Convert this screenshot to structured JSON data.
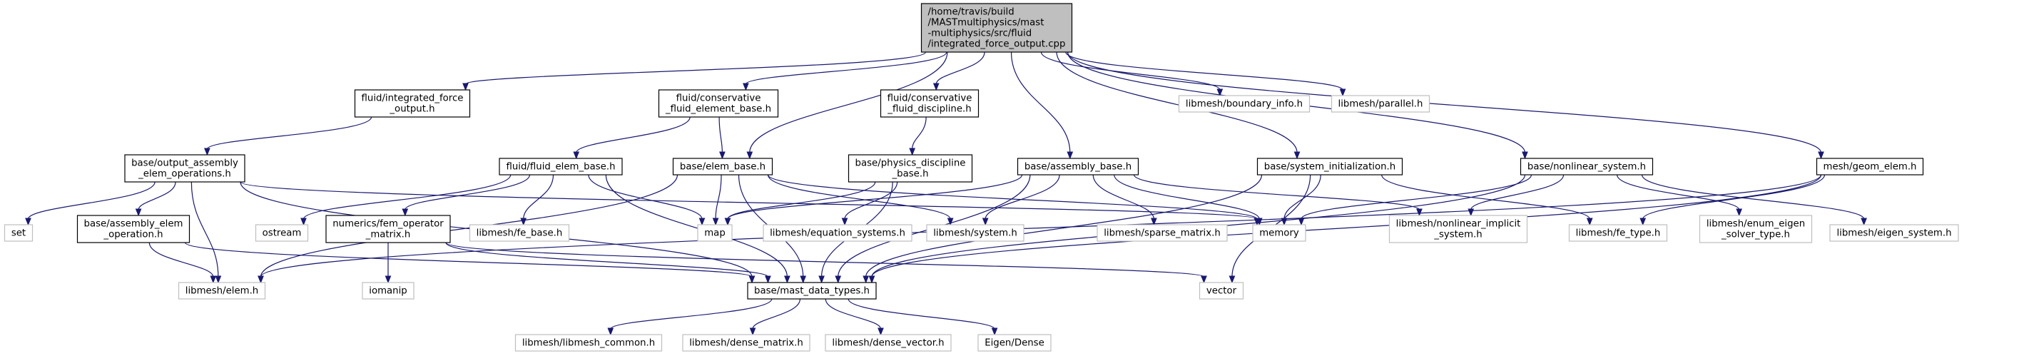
{
  "graph": {
    "type": "include-dependency-graph",
    "colors": {
      "edge": "#191970",
      "root_fill": "#bfbfbf",
      "node_border": "#000000",
      "external_border": "#bfbfbf"
    },
    "nodes": [
      {
        "id": "root",
        "lines": [
          "/home/travis/build",
          "/MASTmultiphysics/mast",
          "-multiphysics/src/fluid",
          "/integrated_force_output.cpp"
        ],
        "kind": "root"
      },
      {
        "id": "fluid_integrated_force_output_h",
        "lines": [
          "fluid/integrated_force",
          "_output.h"
        ],
        "kind": "local"
      },
      {
        "id": "fluid_conservative_fluid_element_base_h",
        "lines": [
          "fluid/conservative",
          "_fluid_element_base.h"
        ],
        "kind": "local"
      },
      {
        "id": "fluid_conservative_fluid_discipline_h",
        "lines": [
          "fluid/conservative",
          "_fluid_discipline.h"
        ],
        "kind": "local"
      },
      {
        "id": "libmesh_boundary_info_h",
        "lines": [
          "libmesh/boundary_info.h"
        ],
        "kind": "external"
      },
      {
        "id": "libmesh_parallel_h",
        "lines": [
          "libmesh/parallel.h"
        ],
        "kind": "external"
      },
      {
        "id": "base_output_assembly_elem_operations_h",
        "lines": [
          "base/output_assembly",
          "_elem_operations.h"
        ],
        "kind": "local"
      },
      {
        "id": "fluid_fluid_elem_base_h",
        "lines": [
          "fluid/fluid_elem_base.h"
        ],
        "kind": "local"
      },
      {
        "id": "base_elem_base_h",
        "lines": [
          "base/elem_base.h"
        ],
        "kind": "local"
      },
      {
        "id": "base_physics_discipline_base_h",
        "lines": [
          "base/physics_discipline",
          "_base.h"
        ],
        "kind": "local"
      },
      {
        "id": "base_assembly_base_h",
        "lines": [
          "base/assembly_base.h"
        ],
        "kind": "local"
      },
      {
        "id": "base_system_initialization_h",
        "lines": [
          "base/system_initialization.h"
        ],
        "kind": "local"
      },
      {
        "id": "base_nonlinear_system_h",
        "lines": [
          "base/nonlinear_system.h"
        ],
        "kind": "local"
      },
      {
        "id": "mesh_geom_elem_h",
        "lines": [
          "mesh/geom_elem.h"
        ],
        "kind": "local"
      },
      {
        "id": "set",
        "lines": [
          "set"
        ],
        "kind": "external"
      },
      {
        "id": "base_assembly_elem_operation_h",
        "lines": [
          "base/assembly_elem",
          "_operation.h"
        ],
        "kind": "local"
      },
      {
        "id": "ostream",
        "lines": [
          "ostream"
        ],
        "kind": "external"
      },
      {
        "id": "numerics_fem_operator_matrix_h",
        "lines": [
          "numerics/fem_operator",
          "_matrix.h"
        ],
        "kind": "local"
      },
      {
        "id": "libmesh_fe_base_h",
        "lines": [
          "libmesh/fe_base.h"
        ],
        "kind": "external"
      },
      {
        "id": "map",
        "lines": [
          "map"
        ],
        "kind": "external"
      },
      {
        "id": "libmesh_equation_systems_h",
        "lines": [
          "libmesh/equation_systems.h"
        ],
        "kind": "external"
      },
      {
        "id": "libmesh_system_h",
        "lines": [
          "libmesh/system.h"
        ],
        "kind": "external"
      },
      {
        "id": "libmesh_sparse_matrix_h",
        "lines": [
          "libmesh/sparse_matrix.h"
        ],
        "kind": "external"
      },
      {
        "id": "memory",
        "lines": [
          "memory"
        ],
        "kind": "external"
      },
      {
        "id": "libmesh_nonlinear_implicit_system_h",
        "lines": [
          "libmesh/nonlinear_implicit",
          "_system.h"
        ],
        "kind": "external"
      },
      {
        "id": "libmesh_fe_type_h",
        "lines": [
          "libmesh/fe_type.h"
        ],
        "kind": "external"
      },
      {
        "id": "libmesh_enum_eigen_solver_type_h",
        "lines": [
          "libmesh/enum_eigen",
          "_solver_type.h"
        ],
        "kind": "external"
      },
      {
        "id": "libmesh_eigen_system_h",
        "lines": [
          "libmesh/eigen_system.h"
        ],
        "kind": "external"
      },
      {
        "id": "libmesh_elem_h",
        "lines": [
          "libmesh/elem.h"
        ],
        "kind": "external"
      },
      {
        "id": "iomanip",
        "lines": [
          "iomanip"
        ],
        "kind": "external"
      },
      {
        "id": "base_mast_data_types_h",
        "lines": [
          "base/mast_data_types.h"
        ],
        "kind": "local"
      },
      {
        "id": "vector",
        "lines": [
          "vector"
        ],
        "kind": "external"
      },
      {
        "id": "libmesh_libmesh_common_h",
        "lines": [
          "libmesh/libmesh_common.h"
        ],
        "kind": "external"
      },
      {
        "id": "libmesh_dense_matrix_h",
        "lines": [
          "libmesh/dense_matrix.h"
        ],
        "kind": "external"
      },
      {
        "id": "libmesh_dense_vector_h",
        "lines": [
          "libmesh/dense_vector.h"
        ],
        "kind": "external"
      },
      {
        "id": "eigen_dense",
        "lines": [
          "Eigen/Dense"
        ],
        "kind": "external"
      }
    ],
    "edges": [
      [
        "root",
        "fluid_integrated_force_output_h"
      ],
      [
        "root",
        "fluid_conservative_fluid_element_base_h"
      ],
      [
        "root",
        "fluid_conservative_fluid_discipline_h"
      ],
      [
        "root",
        "libmesh_boundary_info_h"
      ],
      [
        "root",
        "libmesh_parallel_h"
      ],
      [
        "root",
        "base_elem_base_h"
      ],
      [
        "root",
        "base_assembly_base_h"
      ],
      [
        "root",
        "base_system_initialization_h"
      ],
      [
        "root",
        "base_nonlinear_system_h"
      ],
      [
        "root",
        "mesh_geom_elem_h"
      ],
      [
        "fluid_integrated_force_output_h",
        "base_output_assembly_elem_operations_h"
      ],
      [
        "fluid_conservative_fluid_element_base_h",
        "fluid_fluid_elem_base_h"
      ],
      [
        "fluid_conservative_fluid_element_base_h",
        "base_elem_base_h"
      ],
      [
        "fluid_conservative_fluid_discipline_h",
        "base_physics_discipline_base_h"
      ],
      [
        "base_output_assembly_elem_operations_h",
        "set"
      ],
      [
        "base_output_assembly_elem_operations_h",
        "base_assembly_elem_operation_h"
      ],
      [
        "base_output_assembly_elem_operations_h",
        "libmesh_elem_h"
      ],
      [
        "base_output_assembly_elem_operations_h",
        "base_mast_data_types_h"
      ],
      [
        "base_output_assembly_elem_operations_h",
        "memory"
      ],
      [
        "fluid_fluid_elem_base_h",
        "ostream"
      ],
      [
        "fluid_fluid_elem_base_h",
        "numerics_fem_operator_matrix_h"
      ],
      [
        "fluid_fluid_elem_base_h",
        "libmesh_fe_base_h"
      ],
      [
        "fluid_fluid_elem_base_h",
        "map"
      ],
      [
        "fluid_fluid_elem_base_h",
        "base_mast_data_types_h"
      ],
      [
        "base_elem_base_h",
        "map"
      ],
      [
        "base_elem_base_h",
        "libmesh_system_h"
      ],
      [
        "base_elem_base_h",
        "base_mast_data_types_h"
      ],
      [
        "base_elem_base_h",
        "libmesh_elem_h"
      ],
      [
        "base_elem_base_h",
        "memory"
      ],
      [
        "base_physics_discipline_base_h",
        "map"
      ],
      [
        "base_physics_discipline_base_h",
        "libmesh_equation_systems_h"
      ],
      [
        "base_physics_discipline_base_h",
        "base_mast_data_types_h"
      ],
      [
        "base_assembly_base_h",
        "map"
      ],
      [
        "base_assembly_base_h",
        "libmesh_system_h"
      ],
      [
        "base_assembly_base_h",
        "libmesh_sparse_matrix_h"
      ],
      [
        "base_assembly_base_h",
        "memory"
      ],
      [
        "base_assembly_base_h",
        "libmesh_nonlinear_implicit_system_h"
      ],
      [
        "base_assembly_base_h",
        "base_mast_data_types_h"
      ],
      [
        "base_system_initialization_h",
        "memory"
      ],
      [
        "base_system_initialization_h",
        "libmesh_fe_type_h"
      ],
      [
        "base_system_initialization_h",
        "vector"
      ],
      [
        "base_system_initialization_h",
        "base_mast_data_types_h"
      ],
      [
        "base_nonlinear_system_h",
        "memory"
      ],
      [
        "base_nonlinear_system_h",
        "libmesh_nonlinear_implicit_system_h"
      ],
      [
        "base_nonlinear_system_h",
        "libmesh_enum_eigen_solver_type_h"
      ],
      [
        "base_nonlinear_system_h",
        "libmesh_eigen_system_h"
      ],
      [
        "base_nonlinear_system_h",
        "base_mast_data_types_h"
      ],
      [
        "mesh_geom_elem_h",
        "libmesh_fe_type_h"
      ],
      [
        "mesh_geom_elem_h",
        "base_mast_data_types_h"
      ],
      [
        "mesh_geom_elem_h",
        "libmesh_elem_h"
      ],
      [
        "base_assembly_elem_operation_h",
        "libmesh_elem_h"
      ],
      [
        "base_assembly_elem_operation_h",
        "base_mast_data_types_h"
      ],
      [
        "numerics_fem_operator_matrix_h",
        "iomanip"
      ],
      [
        "numerics_fem_operator_matrix_h",
        "base_mast_data_types_h"
      ],
      [
        "numerics_fem_operator_matrix_h",
        "vector"
      ],
      [
        "base_mast_data_types_h",
        "libmesh_libmesh_common_h"
      ],
      [
        "base_mast_data_types_h",
        "libmesh_dense_matrix_h"
      ],
      [
        "base_mast_data_types_h",
        "libmesh_dense_vector_h"
      ],
      [
        "base_mast_data_types_h",
        "eigen_dense"
      ]
    ]
  }
}
